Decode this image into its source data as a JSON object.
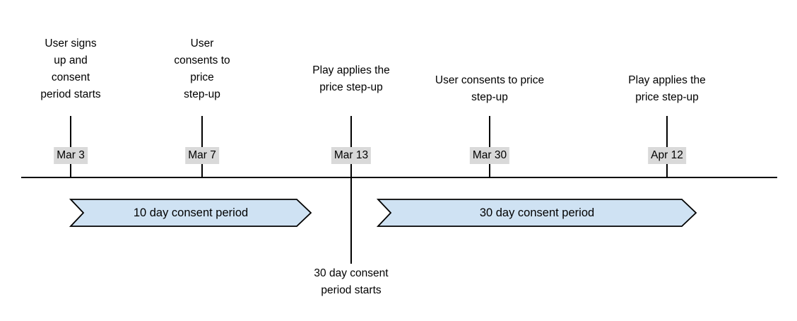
{
  "diagram": {
    "type": "timeline",
    "events": [
      {
        "date": "Mar 3",
        "label": "User signs\nup and\nconsent\nperiod starts"
      },
      {
        "date": "Mar 7",
        "label": "User\nconsents to\nprice\nstep-up"
      },
      {
        "date": "Mar 13",
        "label": "Play applies the\nprice step-up"
      },
      {
        "date": "Mar 30",
        "label": "User consents to price\nstep-up"
      },
      {
        "date": "Apr 12",
        "label": "Play applies the\nprice step-up"
      }
    ],
    "periods": [
      {
        "label": "10 day consent period"
      },
      {
        "label": "30 day consent period"
      }
    ],
    "annotation": "30 day consent\nperiod starts",
    "colors": {
      "period_fill": "#cfe2f3",
      "period_border": "#000000",
      "date_badge_bg": "#d9d9d9",
      "line_color": "#000000",
      "background": "#ffffff"
    }
  }
}
